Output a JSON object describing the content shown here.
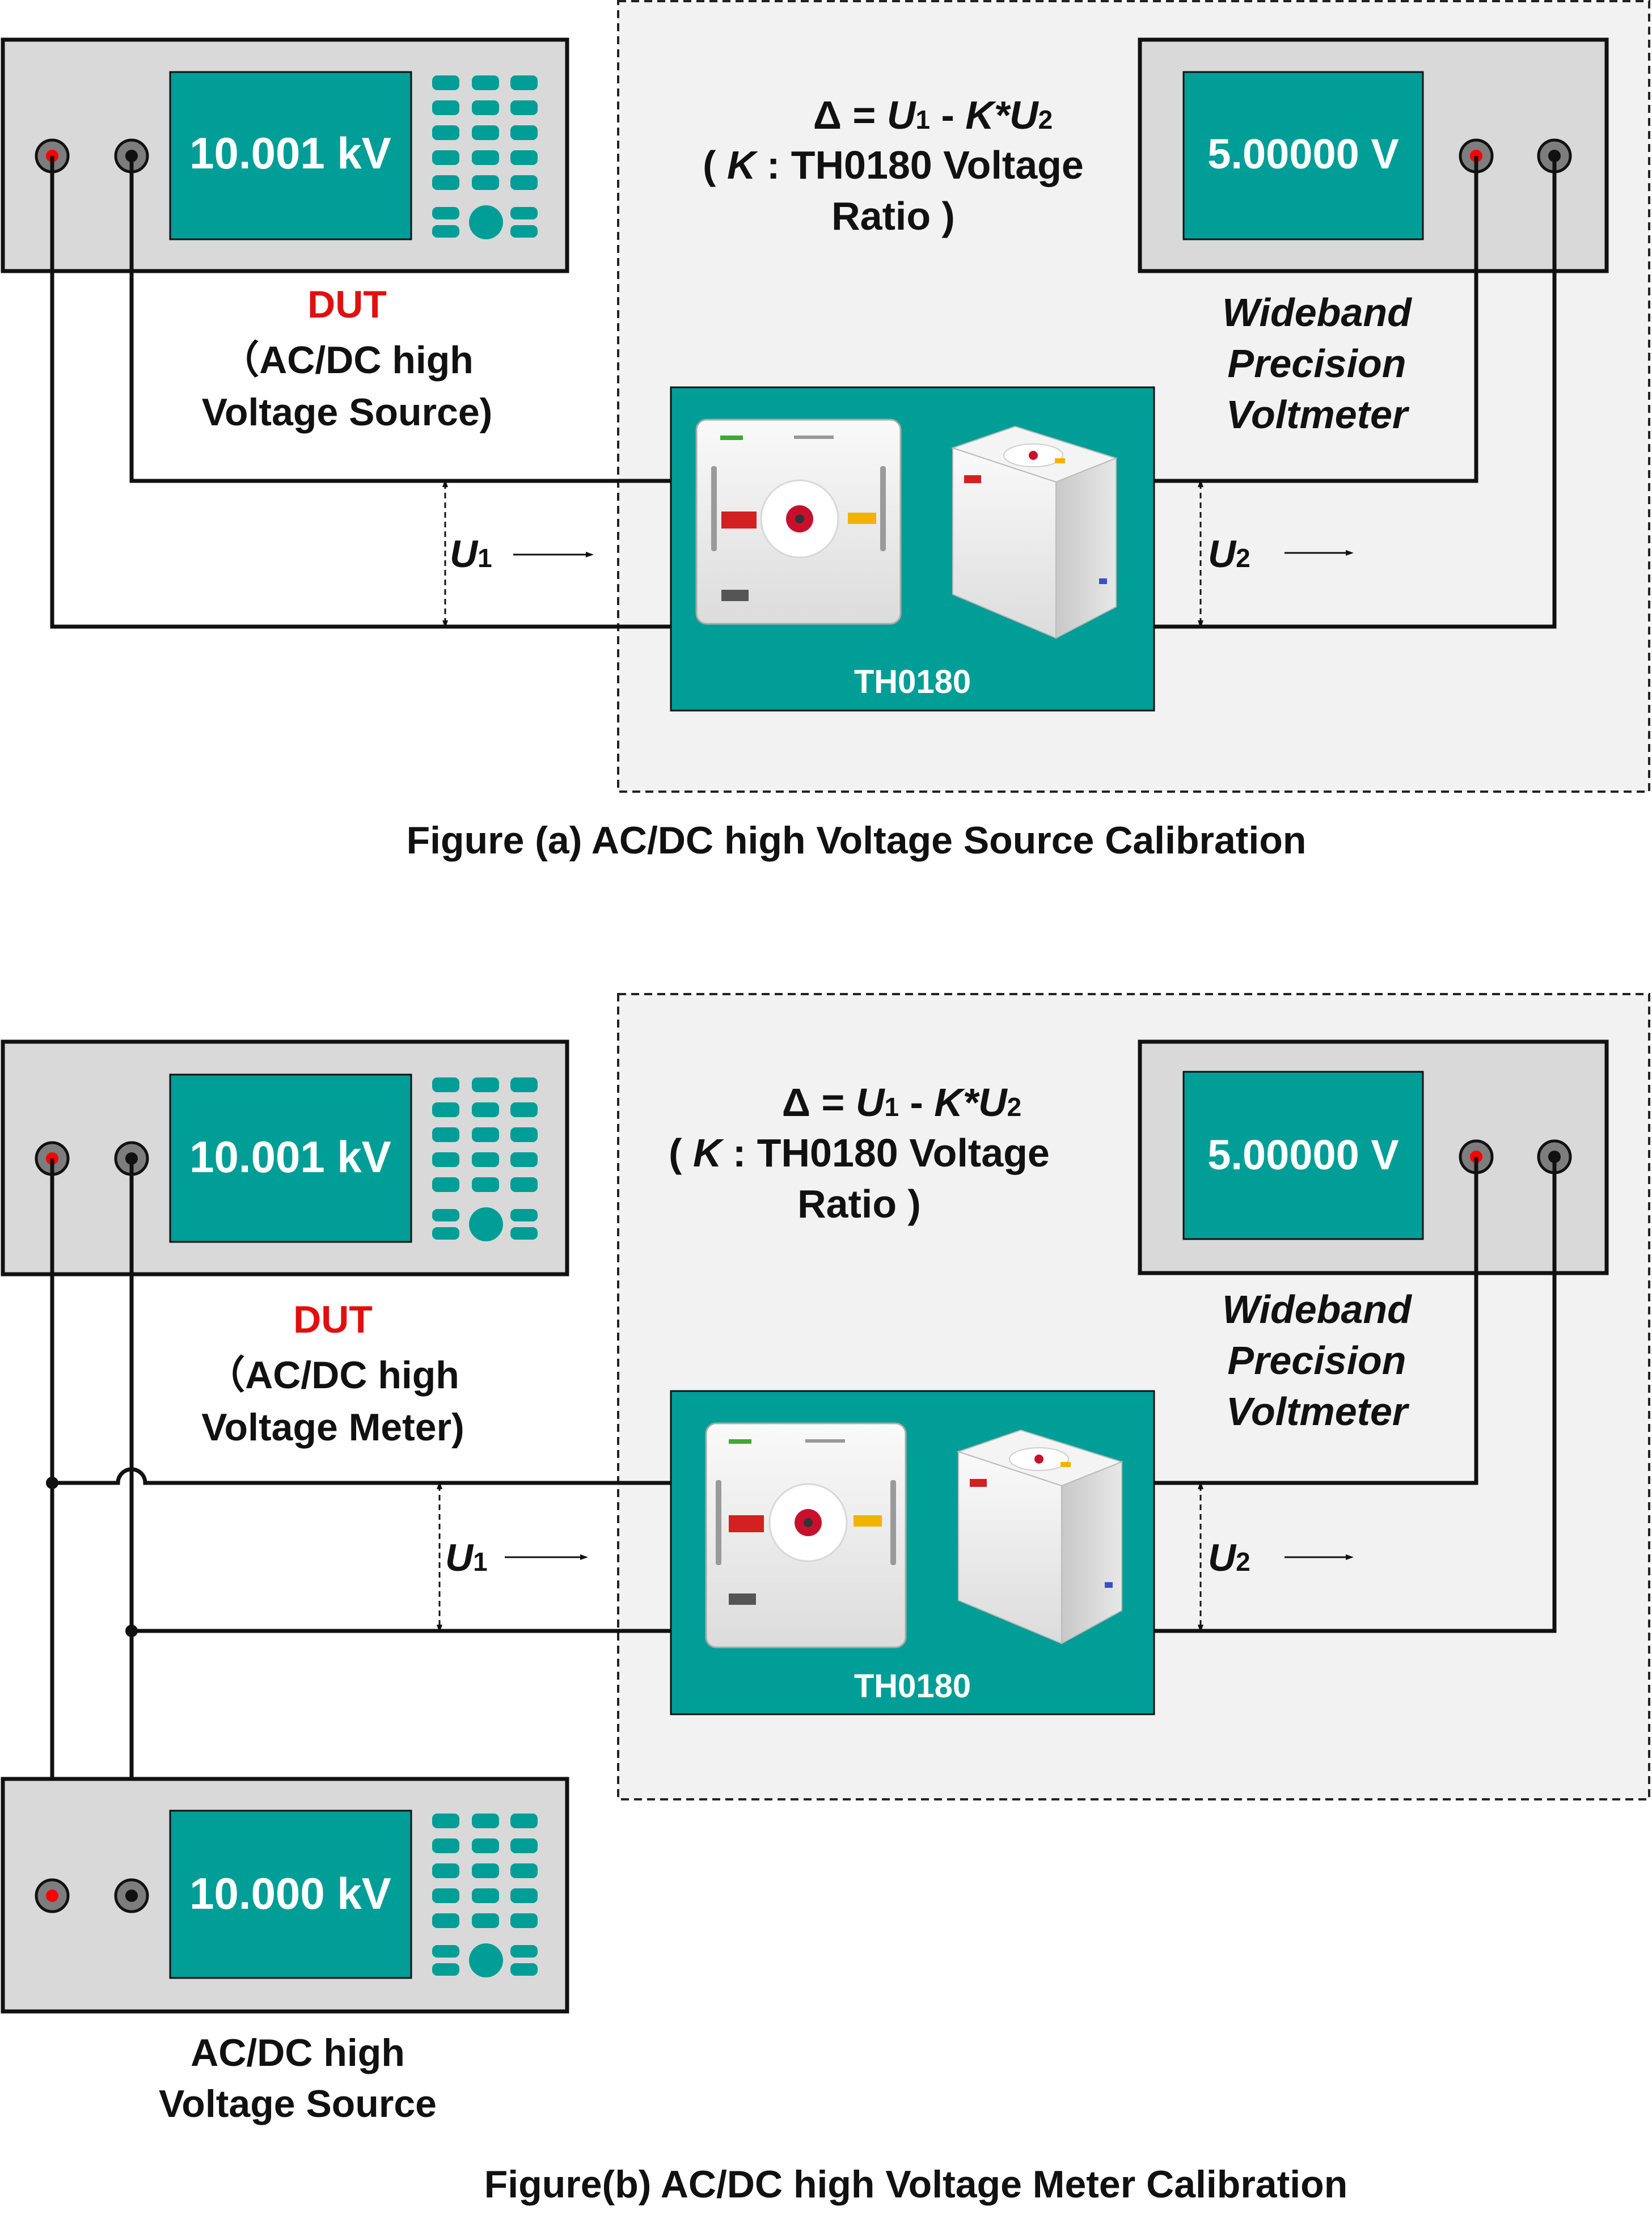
{
  "colors": {
    "instrument_body": "#d9d9d9",
    "display": "#009e96",
    "th0180_panel": "#009e96",
    "dashed_region": "#f2f2f2",
    "dut_label": "#e01010",
    "terminal_red": "#ff0000",
    "line": "#111111"
  },
  "figure_a": {
    "source": {
      "display": "10.001 kV",
      "dut_label": "DUT",
      "desc_line1": "（AC/DC high",
      "desc_line2": "Voltage Source)"
    },
    "formula_line1_pre": "Δ = ",
    "formula_line1_u1": "U",
    "formula_line1_sub1": "1",
    "formula_line1_mid": " - ",
    "formula_line1_k": "K*U",
    "formula_line1_sub2": "2",
    "formula_line2_pre": "( ",
    "formula_line2_k": "K",
    "formula_line2_post": " : TH0180 Voltage",
    "formula_line3": "Ratio )",
    "voltmeter": {
      "display": "5.00000 V",
      "line1": "Wideband",
      "line2": "Precision",
      "line3": "Voltmeter"
    },
    "th0180_label": "TH0180",
    "u1": "U",
    "u1_sub": "1",
    "u2": "U",
    "u2_sub": "2",
    "caption": "Figure (a)  AC/DC high Voltage Source Calibration"
  },
  "figure_b": {
    "dut": {
      "display": "10.001 kV",
      "dut_label": "DUT",
      "desc_line1": "（AC/DC high",
      "desc_line2": "Voltage Meter)"
    },
    "formula_line1_pre": "Δ = ",
    "formula_line1_u1": "U",
    "formula_line1_sub1": "1",
    "formula_line1_mid": " - ",
    "formula_line1_k": "K*U",
    "formula_line1_sub2": "2",
    "formula_line2_pre": "( ",
    "formula_line2_k": "K",
    "formula_line2_post": " : TH0180 Voltage",
    "formula_line3": "Ratio )",
    "voltmeter": {
      "display": "5.00000 V",
      "line1": "Wideband",
      "line2": "Precision",
      "line3": "Voltmeter"
    },
    "th0180_label": "TH0180",
    "u1": "U",
    "u1_sub": "1",
    "u2": "U",
    "u2_sub": "2",
    "source": {
      "display": "10.000 kV",
      "line1": "AC/DC high",
      "line2": "Voltage Source"
    },
    "caption": "Figure(b) AC/DC high Voltage Meter Calibration"
  }
}
